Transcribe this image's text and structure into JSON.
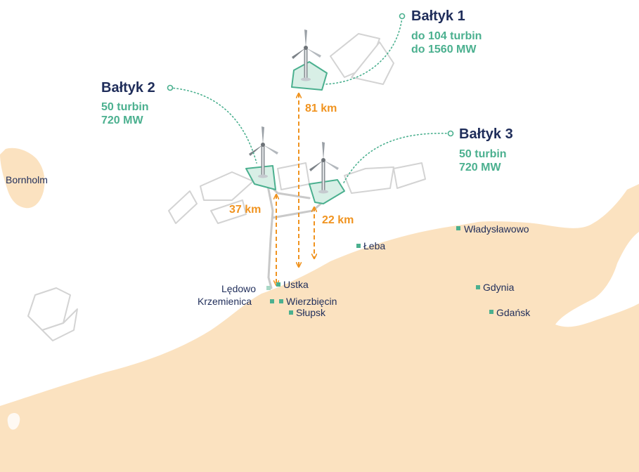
{
  "farms": {
    "baltyk1": {
      "name": "Bałtyk 1",
      "turbines": "do 104 turbin",
      "power": "do 1560 MW"
    },
    "baltyk2": {
      "name": "Bałtyk 2",
      "turbines": "50 turbin",
      "power": "720 MW"
    },
    "baltyk3": {
      "name": "Bałtyk 3",
      "turbines": "50 turbin",
      "power": "720 MW"
    }
  },
  "distances": {
    "baltyk1": "81 km",
    "baltyk2": "37 km",
    "baltyk3": "22 km"
  },
  "places": {
    "island": "Bornholm",
    "ustka": "Ustka",
    "ledowo": "Lędowo",
    "krzemienica": "Krzemienica",
    "wierzbiecin": "Wierzbięcin",
    "slupsk": "Słupsk",
    "leba": "Łeba",
    "wladyslawowo": "Władysławowo",
    "gdynia": "Gdynia",
    "gdansk": "Gdańsk"
  },
  "colors": {
    "land": "#fbe2c0",
    "farm_fill": "#d8efe6",
    "farm_stroke": "#4bb08f",
    "title": "#1f2d5a",
    "detail": "#4bb08f",
    "distance_arrow": "#f0931f",
    "cable": "#c9c9c9",
    "other_area_outline": "#d3d3d3",
    "town_marker": "#4bb08f"
  },
  "icons": {
    "turbine": "wind-turbine-icon",
    "town": "square-marker-icon"
  }
}
